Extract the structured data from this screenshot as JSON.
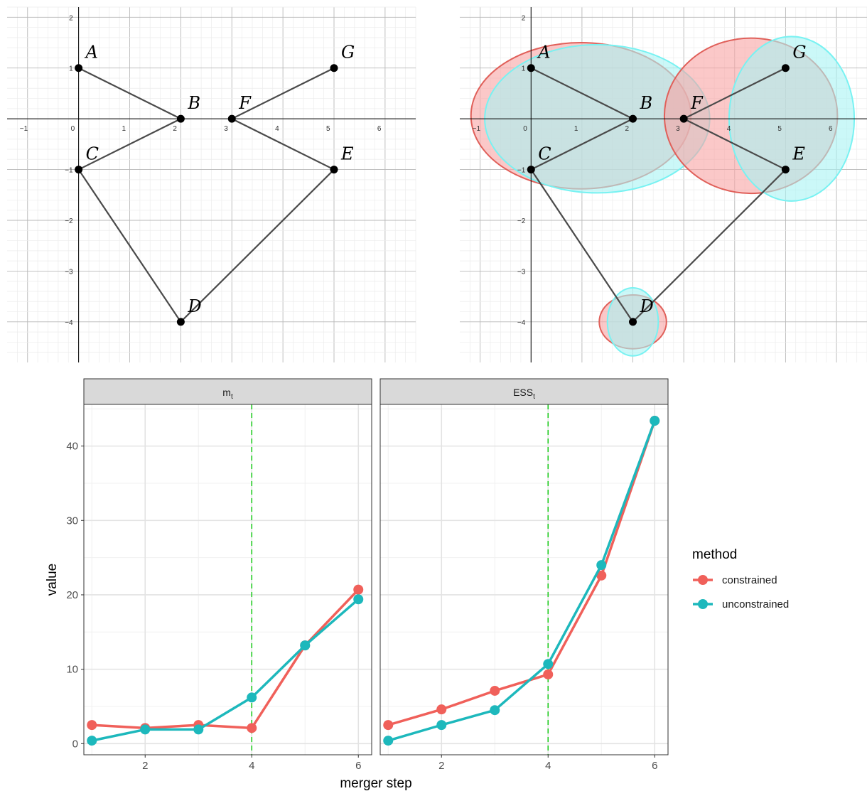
{
  "chart_data": [
    {
      "type": "scatter",
      "panel": "graph-left",
      "xlim": [
        -1.4,
        6.6
      ],
      "ylim": [
        -4.8,
        2.2
      ],
      "x_ticks": [
        "-1",
        "0",
        "1",
        "2",
        "3",
        "4",
        "5",
        "6"
      ],
      "y_ticks": [
        "2",
        "1",
        "-1",
        "-2",
        "-3",
        "-4"
      ],
      "grid": true,
      "points": [
        {
          "label": "A",
          "x": 0,
          "y": 1
        },
        {
          "label": "B",
          "x": 2,
          "y": 0
        },
        {
          "label": "C",
          "x": 0,
          "y": -1
        },
        {
          "label": "D",
          "x": 2,
          "y": -4
        },
        {
          "label": "E",
          "x": 5,
          "y": -1
        },
        {
          "label": "F",
          "x": 3,
          "y": 0
        },
        {
          "label": "G",
          "x": 5,
          "y": 1
        }
      ],
      "edges": [
        [
          "A",
          "B"
        ],
        [
          "C",
          "B"
        ],
        [
          "C",
          "D"
        ],
        [
          "D",
          "E"
        ],
        [
          "F",
          "E"
        ],
        [
          "F",
          "G"
        ]
      ]
    },
    {
      "type": "scatter",
      "panel": "graph-right",
      "xlim": [
        -1.4,
        6.6
      ],
      "ylim": [
        -4.8,
        2.2
      ],
      "x_ticks": [
        "-1",
        "0",
        "1",
        "2",
        "3",
        "4",
        "5",
        "6"
      ],
      "y_ticks": [
        "2",
        "1",
        "-1",
        "-2",
        "-3",
        "-4"
      ],
      "grid": true,
      "points": [
        {
          "label": "A",
          "x": 0,
          "y": 1
        },
        {
          "label": "B",
          "x": 2,
          "y": 0
        },
        {
          "label": "C",
          "x": 0,
          "y": -1
        },
        {
          "label": "D",
          "x": 2,
          "y": -4
        },
        {
          "label": "E",
          "x": 5,
          "y": -1
        },
        {
          "label": "F",
          "x": 3,
          "y": 0
        },
        {
          "label": "G",
          "x": 5,
          "y": 1
        }
      ],
      "edges": [
        [
          "A",
          "B"
        ],
        [
          "C",
          "B"
        ],
        [
          "C",
          "D"
        ],
        [
          "D",
          "E"
        ],
        [
          "F",
          "E"
        ],
        [
          "F",
          "G"
        ]
      ],
      "ellipses": [
        {
          "group": "constrained",
          "cx": 0.98,
          "cy": 0.06,
          "rx": 2.16,
          "ry": 1.44,
          "color": "#E0605A",
          "fill": "#F8A4A4"
        },
        {
          "group": "unconstrained",
          "cx": 1.3,
          "cy": 0.0,
          "rx": 2.21,
          "ry": 1.46,
          "color": "#78F2F2",
          "fill": "#A8F4F4"
        },
        {
          "group": "constrained",
          "cx": 4.32,
          "cy": 0.06,
          "rx": 1.7,
          "ry": 1.53,
          "color": "#E0605A",
          "fill": "#F8A4A4"
        },
        {
          "group": "unconstrained",
          "cx": 5.12,
          "cy": 0.0,
          "rx": 1.23,
          "ry": 1.62,
          "color": "#78F2F2",
          "fill": "#A8F4F4"
        },
        {
          "group": "constrained",
          "cx": 2.0,
          "cy": -4.0,
          "rx": 0.66,
          "ry": 0.53,
          "color": "#E0605A",
          "fill": "#F8A4A4"
        },
        {
          "group": "unconstrained",
          "cx": 2.0,
          "cy": -4.0,
          "rx": 0.5,
          "ry": 0.67,
          "color": "#78F2F2",
          "fill": "#A8F4F4"
        }
      ]
    },
    {
      "type": "line",
      "panel": "facets",
      "xlabel": "merger step",
      "ylabel": "value",
      "x": [
        1,
        2,
        3,
        4,
        5,
        6
      ],
      "x_ticks": [
        2,
        4,
        6
      ],
      "y_ticks": [
        0,
        10,
        20,
        30,
        40
      ],
      "xlim": [
        0.85,
        6.25
      ],
      "ylim": [
        -1.5,
        45.6
      ],
      "vline_x": 4,
      "vline_color": "#22CC22",
      "facets": [
        {
          "strip": {
            "base": "m",
            "sub": "t"
          },
          "series": [
            {
              "name": "constrained",
              "color": "#F0605A",
              "values": [
                2.5,
                2.1,
                2.5,
                2.1,
                13.2,
                20.7
              ]
            },
            {
              "name": "unconstrained",
              "color": "#1DB8BC",
              "values": [
                0.4,
                1.9,
                1.9,
                6.2,
                13.2,
                19.4
              ]
            }
          ]
        },
        {
          "strip": {
            "base": "ESS",
            "sub": "t"
          },
          "series": [
            {
              "name": "constrained",
              "color": "#F0605A",
              "values": [
                2.5,
                4.6,
                7.1,
                9.3,
                22.6,
                43.4
              ]
            },
            {
              "name": "unconstrained",
              "color": "#1DB8BC",
              "values": [
                0.4,
                2.5,
                4.5,
                10.7,
                24.0,
                43.4
              ]
            }
          ]
        }
      ],
      "legend": {
        "title": "method",
        "entries": [
          {
            "label": "constrained",
            "color": "#F0605A"
          },
          {
            "label": "unconstrained",
            "color": "#1DB8BC"
          }
        ],
        "placement": "right"
      }
    }
  ]
}
